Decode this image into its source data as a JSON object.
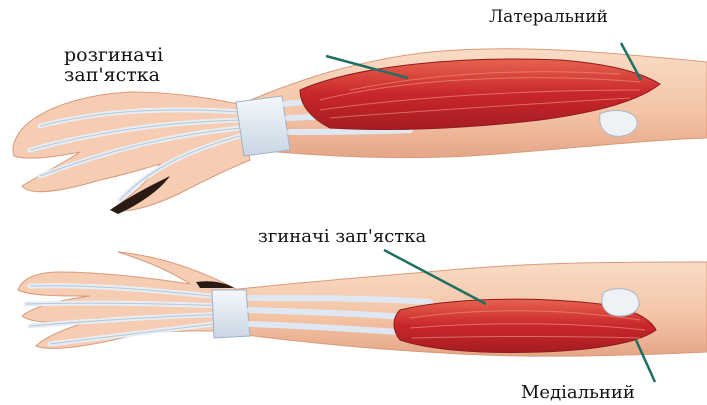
{
  "figure": {
    "labels": {
      "wrist_extensors": [
        "розгиначі",
        "зап'ястка"
      ],
      "lateral": "Латеральний",
      "wrist_flexors": "згиначі зап'ястка",
      "medial": "Медіальний"
    }
  },
  "colors": {
    "skin": "#f7cdb0",
    "skin_shade": "#e6ab88",
    "muscle": "#c8262a",
    "muscle_light": "#e25a4b",
    "tendon": "#dfe8f2",
    "bone": "#eef1f5",
    "leader_line": "#1f6f63"
  }
}
